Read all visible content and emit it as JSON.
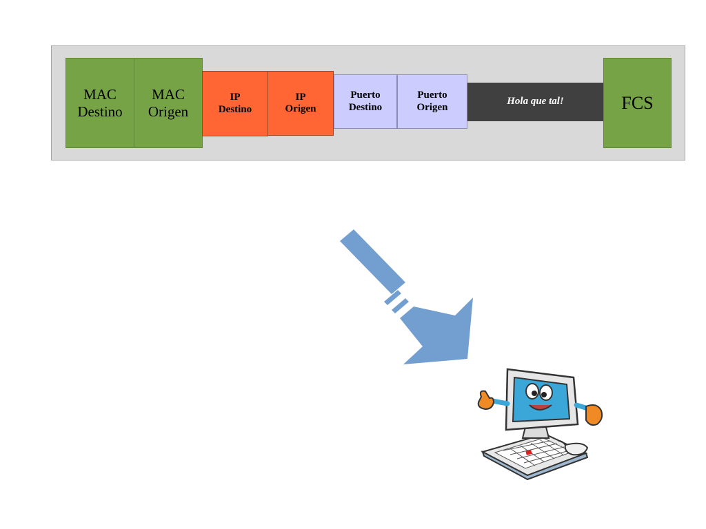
{
  "frame": {
    "fields": [
      {
        "id": "mac-destino",
        "label": "MAC\nDestino"
      },
      {
        "id": "mac-origen",
        "label": "MAC\nOrigen"
      },
      {
        "id": "ip-destino",
        "label": "IP\nDestino"
      },
      {
        "id": "ip-origen",
        "label": "IP\nOrigen"
      },
      {
        "id": "puerto-destino",
        "label": "Puerto\nDestino"
      },
      {
        "id": "puerto-origen",
        "label": "Puerto\nOrigen"
      },
      {
        "id": "payload",
        "label": "Hola que tal!"
      },
      {
        "id": "fcs",
        "label": "FCS"
      }
    ]
  },
  "colors": {
    "mac": "#77a347",
    "ip": "#ff6633",
    "port": "#ccccff",
    "payload": "#404040",
    "frame_background": "#d9d9d9",
    "arrow": "#729fcf"
  },
  "icons": {
    "arrow": "diagonal-arrow-icon",
    "computer": "smiling-computer-mascot-icon"
  }
}
